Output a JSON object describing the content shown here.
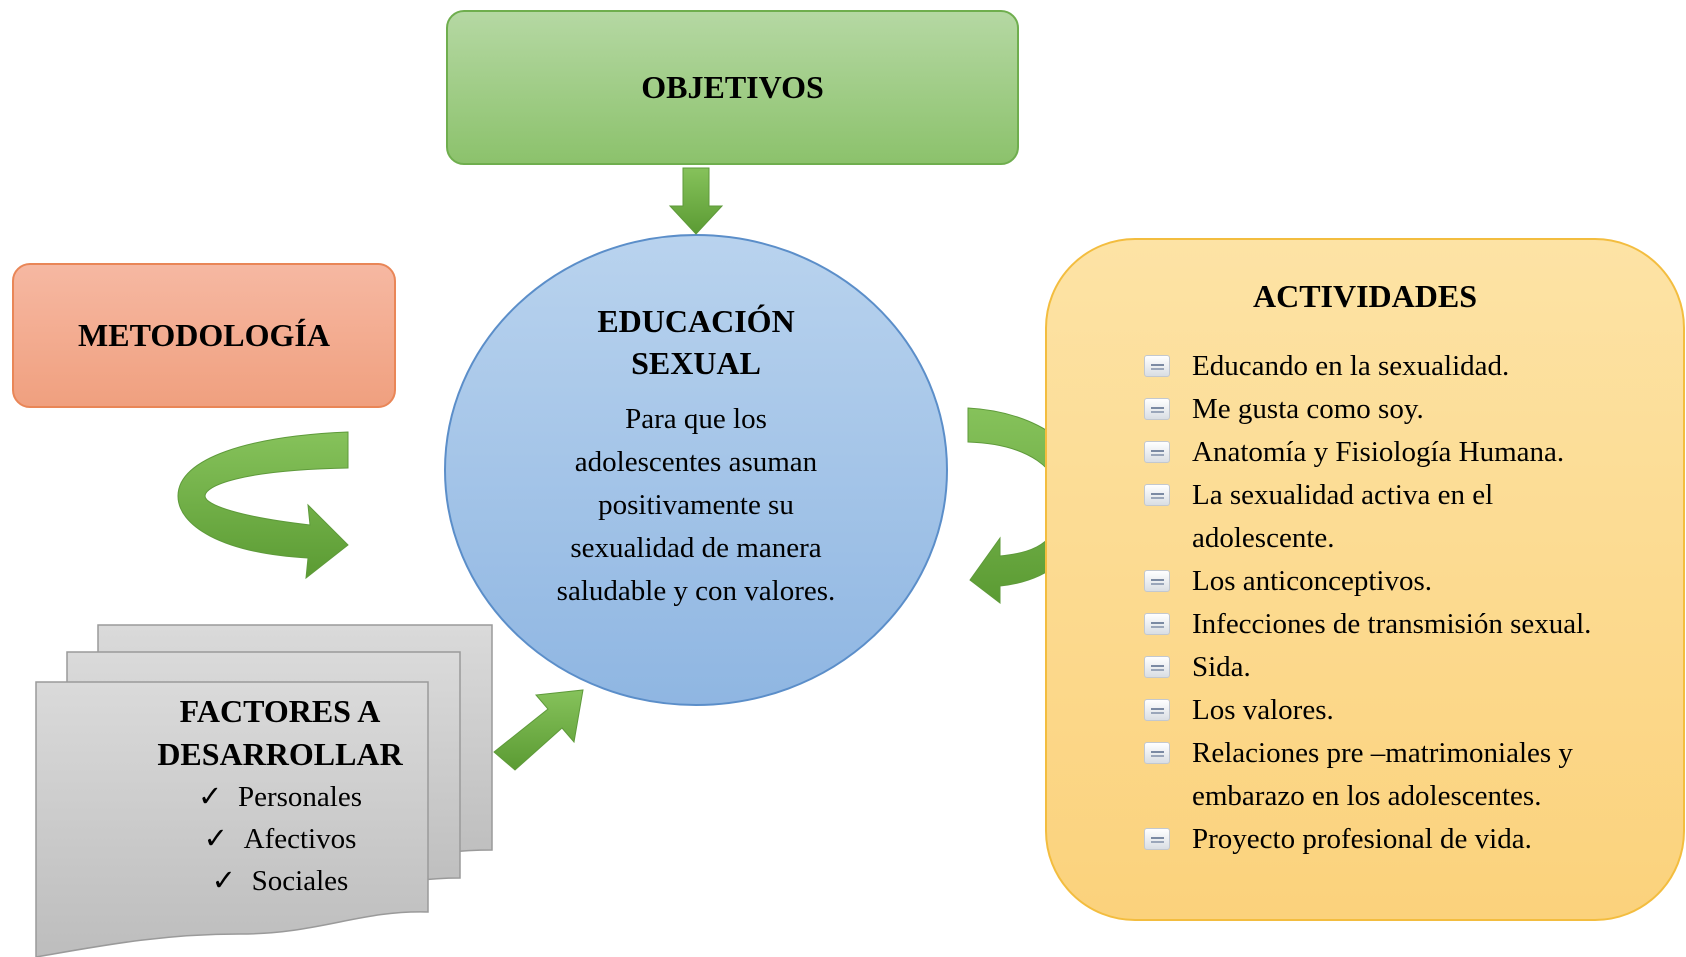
{
  "objetivos": {
    "label": "OBJETIVOS"
  },
  "metodologia": {
    "label": "METODOLOGÍA"
  },
  "center": {
    "title_line1": "EDUCACIÓN",
    "title_line2": "SEXUAL",
    "body": [
      "Para que los",
      "adolescentes asuman",
      "positivamente su",
      "sexualidad de manera",
      "saludable y con valores."
    ]
  },
  "actividades": {
    "title": "ACTIVIDADES",
    "items": [
      [
        "Educando en la sexualidad."
      ],
      [
        "Me gusta como soy."
      ],
      [
        "Anatomía y Fisiología Humana."
      ],
      [
        "La sexualidad activa en el",
        "adolescente."
      ],
      [
        "Los anticonceptivos."
      ],
      [
        "Infecciones de transmisión sexual."
      ],
      [
        "Sida."
      ],
      [
        "Los valores."
      ],
      [
        "Relaciones pre –matrimoniales y",
        "embarazo en los adolescentes."
      ],
      [
        "Proyecto profesional de vida."
      ]
    ]
  },
  "factores": {
    "title_line1": "FACTORES A",
    "title_line2": "DESARROLLAR",
    "items": [
      "Personales",
      "Afectivos",
      "Sociales"
    ],
    "check_symbol": "✓"
  },
  "colors": {
    "green_box": "#a9d18e",
    "salmon_box": "#f4b183",
    "blue_circle": "#9dc3e6",
    "gold_panel": "#ffd966",
    "gray_docs": "#c9c9c9",
    "arrow_green": "#70ad47"
  }
}
